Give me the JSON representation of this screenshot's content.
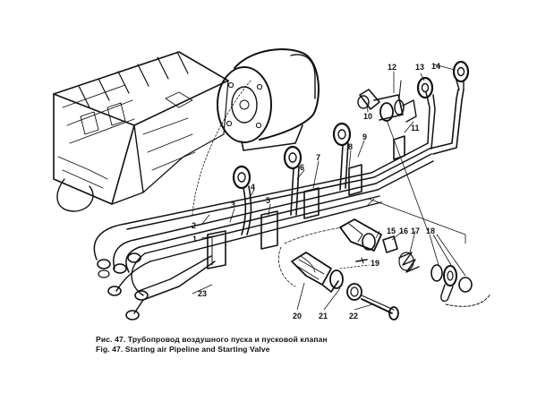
{
  "figure": {
    "part_numbers": [
      "1",
      "2",
      "3",
      "4",
      "5",
      "6",
      "7",
      "8",
      "9",
      "10",
      "11",
      "12",
      "13",
      "14",
      "15",
      "16",
      "17",
      "18",
      "19",
      "20",
      "21",
      "22",
      "23"
    ],
    "caption_ru": "Рис. 47. Трубопровод воздушного пуска и пусковой клапан",
    "caption_en": "Fig. 47. Starting air Pipeline and Starting Valve",
    "colors": {
      "ink": "#111111",
      "paper": "#ffffff"
    }
  }
}
